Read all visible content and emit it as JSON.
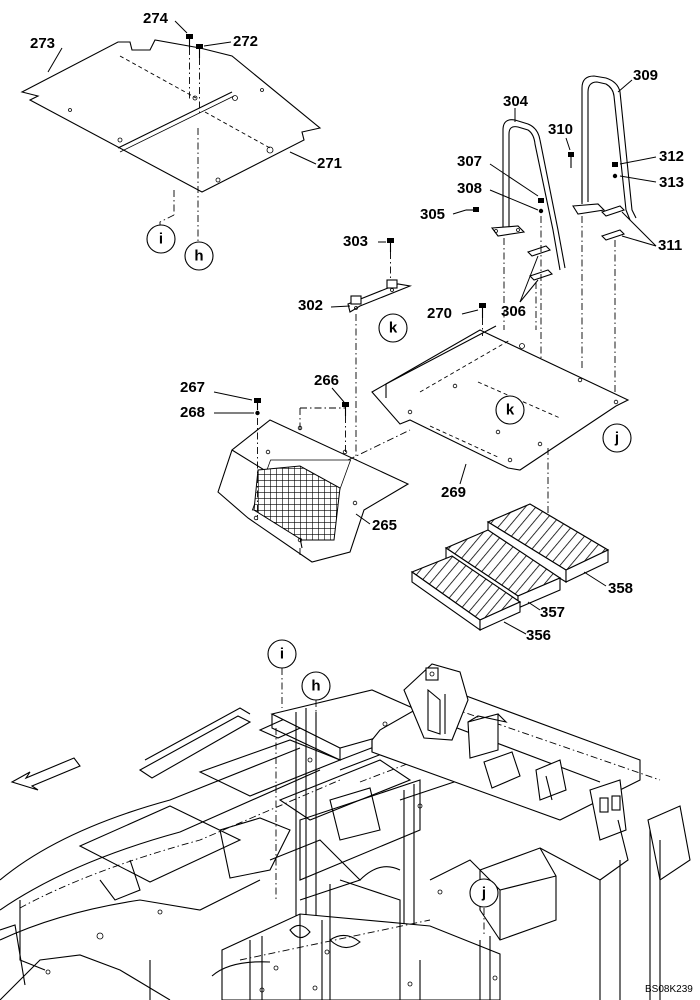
{
  "diagram": {
    "part_numbers": {
      "p274": "274",
      "p272": "272",
      "p273": "273",
      "p271": "271",
      "p304": "304",
      "p309": "309",
      "p310": "310",
      "p312": "312",
      "p313": "313",
      "p307": "307",
      "p308": "308",
      "p305": "305",
      "p311": "311",
      "p306": "306",
      "p303": "303",
      "p302": "302",
      "p270": "270",
      "p267": "267",
      "p268": "268",
      "p266": "266",
      "p269": "269",
      "p265": "265",
      "p358": "358",
      "p357": "357",
      "p356": "356"
    },
    "reference_markers": {
      "i_top": "i",
      "h_top": "h",
      "k_top": "k",
      "k_mid": "k",
      "j_top": "j",
      "i_bottom": "i",
      "h_bottom": "h",
      "j_bottom": "j"
    },
    "drawing_code": "BS08K239"
  }
}
